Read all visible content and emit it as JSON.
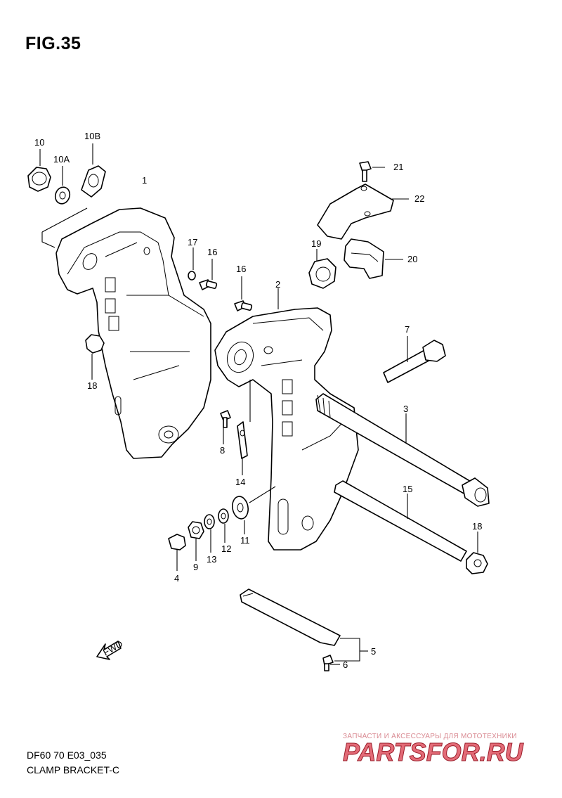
{
  "figure": {
    "title": "FIG.35"
  },
  "footer": {
    "code": "DF60 70 E03_035",
    "name": "CLAMP BRACKET-C"
  },
  "watermark": {
    "tagline": "ЗАПЧАСТИ И АКСЕССУАРЫ ДЛЯ МОТОТЕХНИКИ",
    "logo_text": "PARTSFOR.RU",
    "color": "#d93a4a"
  },
  "callouts": {
    "p1": "1",
    "p2": "2",
    "p3": "3",
    "p4": "4",
    "p5": "5",
    "p6": "6",
    "p7": "7",
    "p8": "8",
    "p9": "9",
    "p10": "10",
    "p10a": "10A",
    "p10b": "10B",
    "p11": "11",
    "p12": "12",
    "p13": "13",
    "p14": "14",
    "p15": "15",
    "p16a": "16",
    "p16b": "16",
    "p17": "17",
    "p18a": "18",
    "p18b": "18",
    "p19": "19",
    "p20": "20",
    "p21": "21",
    "p22": "22"
  },
  "fwd_arrow": {
    "label": "FWD"
  }
}
